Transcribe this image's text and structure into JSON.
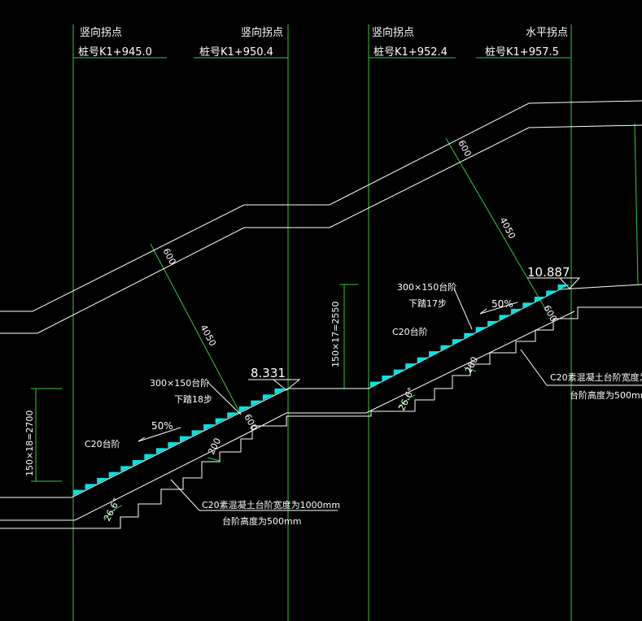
{
  "colors": {
    "background": "#000000",
    "outline": "#ffffff",
    "guide": "#2ecc40",
    "steps": "#00e5e5"
  },
  "top_labels": [
    {
      "kind": "竖向拐点",
      "station": "桩号K1+945.0"
    },
    {
      "kind": "竖向拐点",
      "station": "桩号K1+950.4"
    },
    {
      "kind": "竖向拐点",
      "station": "桩号K1+952.4"
    },
    {
      "kind": "水平拐点",
      "station": "桩号K1+957.5"
    }
  ],
  "elevations": {
    "left": "8.331",
    "right": "10.887"
  },
  "dims": {
    "thick_600": "600",
    "len_4050": "4050",
    "d_200": "200",
    "angle": "26.6°",
    "rise_left": "150×18=2700",
    "rise_right": "150×17=2550"
  },
  "annotations": {
    "step_size": "300×150台阶",
    "down_left": "下踏18步",
    "down_right": "下踏17步",
    "grade": "50%",
    "c20": "C20台阶",
    "base_note_1": "C20素混凝土台阶宽度为1000mm",
    "base_note_2": "台阶高度为500mm"
  }
}
